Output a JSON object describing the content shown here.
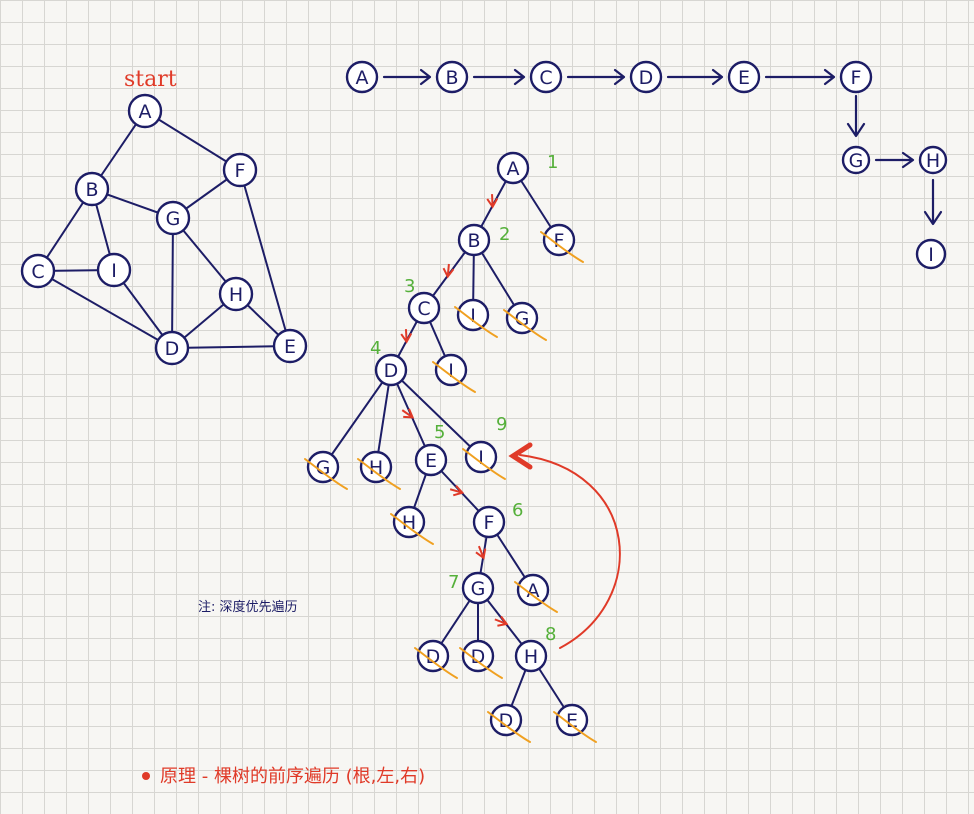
{
  "colors": {
    "ink": "#1d1d66",
    "red": "#e03a28",
    "green": "#55b03a",
    "orange": "#f0a020",
    "paper": "#f7f6f3",
    "grid": "#d7d6d2"
  },
  "graph": {
    "start_label": "start",
    "nodes": [
      "A",
      "B",
      "C",
      "D",
      "E",
      "F",
      "G",
      "H",
      "I"
    ],
    "edges": [
      [
        "A",
        "B"
      ],
      [
        "A",
        "F"
      ],
      [
        "B",
        "C"
      ],
      [
        "B",
        "I"
      ],
      [
        "B",
        "G"
      ],
      [
        "F",
        "G"
      ],
      [
        "F",
        "E"
      ],
      [
        "C",
        "I"
      ],
      [
        "C",
        "D"
      ],
      [
        "I",
        "D"
      ],
      [
        "G",
        "D"
      ],
      [
        "G",
        "H"
      ],
      [
        "H",
        "D"
      ],
      [
        "H",
        "E"
      ],
      [
        "D",
        "E"
      ]
    ]
  },
  "sequence": {
    "row": [
      "A",
      "B",
      "C",
      "D",
      "E",
      "F"
    ],
    "then": [
      "G",
      "H",
      "I"
    ]
  },
  "tree": {
    "nodes": [
      "A",
      "F",
      "B",
      "C",
      "I",
      "G",
      "D",
      "I",
      "G",
      "H",
      "E",
      "I",
      "H",
      "F",
      "G",
      "A",
      "D",
      "D",
      "H",
      "D",
      "E"
    ],
    "step_numbers": [
      "1",
      "2",
      "3",
      "4",
      "5",
      "6",
      "7",
      "8",
      "9"
    ]
  },
  "note": "注: 深度优先遍历",
  "principle": "原理 - 棵树的前序遍历 (根,左,右)"
}
